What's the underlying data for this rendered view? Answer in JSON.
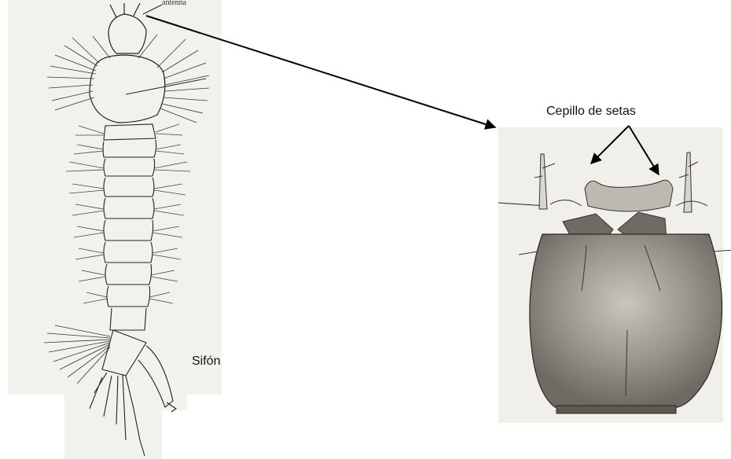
{
  "labels": {
    "brush": "Cepillo de setas",
    "siphon": "Sifón",
    "antenna_fragment": "antenna"
  },
  "colors": {
    "ink": "#1a1a1a",
    "paper": "#f3f1ec",
    "head_fill": "#8d8a83",
    "arrow": "#000000"
  }
}
